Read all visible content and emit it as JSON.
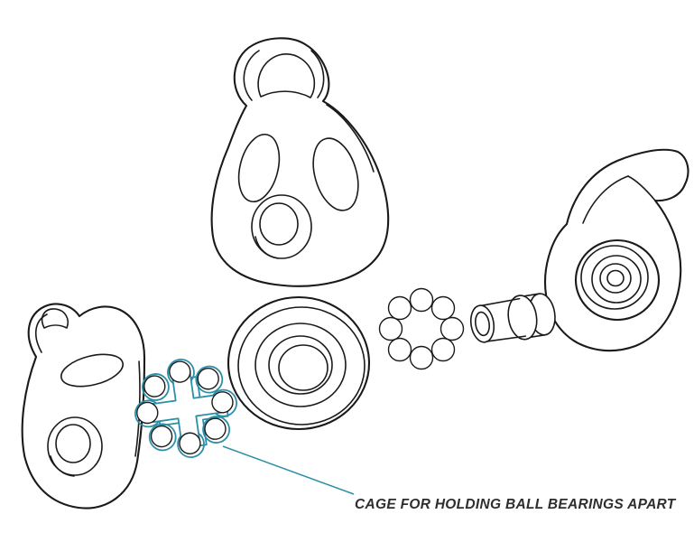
{
  "diagram": {
    "background": "#ffffff",
    "line_color": "#1a1a1a",
    "accent_color": "#2b8fa8",
    "label_color": "#2e2e2e",
    "callout": {
      "label": "CAGE FOR HOLDING BALL BEARINGS APART"
    },
    "components": [
      {
        "id": "top-side-plate",
        "description": "pulley side plate (top, exploded upward)"
      },
      {
        "id": "right-side-plate",
        "description": "pulley side plate (right, with bearing race rings)"
      },
      {
        "id": "left-side-plate",
        "description": "pulley side plate (left)"
      },
      {
        "id": "sheave",
        "description": "pulley sheave wheel"
      },
      {
        "id": "ball-bearing-cage",
        "description": "cage for holding ball bearings apart (highlighted)"
      },
      {
        "id": "ball-bearings",
        "description": "ring of loose ball bearings"
      },
      {
        "id": "axle-bushing",
        "description": "stepped axle bushing"
      }
    ]
  }
}
